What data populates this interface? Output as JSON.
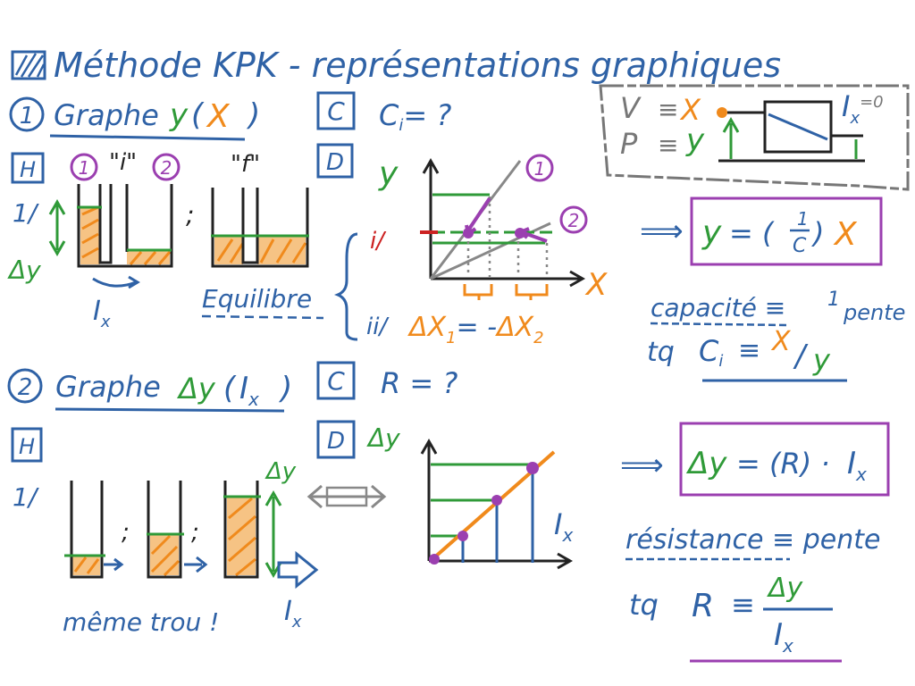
{
  "title": "Méthode KPK - représentations graphiques",
  "colors": {
    "blue": "#2f62a6",
    "green": "#2f9a38",
    "orange": "#f08a1c",
    "purple": "#9b3fb0",
    "gray": "#777777",
    "dark": "#222222"
  },
  "s1": {
    "num": "1",
    "title_word": "Graphe",
    "title_y": "y",
    "title_open": "(",
    "title_x": "X",
    "title_close": ")",
    "H": "H",
    "vase1": "1",
    "vase2": "2",
    "i_label": "\"i\"",
    "f_label": "\"f\"",
    "step": "1/",
    "dy": "Δy",
    "semicolon": ";",
    "Ix": "I",
    "Ix_sub": "x",
    "equilibre": "Equilibre",
    "C": "C",
    "C_text": "C",
    "C_sub": "i",
    "C_q": "= ?",
    "D": "D",
    "graph_y": "y",
    "graph_x": "X",
    "graph_tag1": "1",
    "graph_tag2": "2",
    "i_step": "i/",
    "ii_step": "ii/",
    "dx1": "ΔX",
    "dx1_sub": "1",
    "eq_mid": "= -",
    "dx2": "ΔX",
    "dx2_sub": "2"
  },
  "box": {
    "V": "V",
    "eq1": "≡",
    "X": "X",
    "P": "P",
    "eq2": "≡",
    "y": "y",
    "I": "I",
    "I_sub": "x",
    "I_val": "=0"
  },
  "f1": {
    "arrow": "⟹",
    "y": "y",
    "eq": "= (",
    "num": "1",
    "den": "C",
    "close": ")",
    "x": "X"
  },
  "cap": {
    "line1": "capacité ≡ ",
    "frac_num": "1",
    "frac_den": "pente",
    "tq": "tq",
    "C": "C",
    "C_sub": "i",
    "eq": "≡",
    "X": "X",
    "slash": "/",
    "y": "y"
  },
  "s2": {
    "num": "2",
    "title_word": "Graphe",
    "dy": "Δy",
    "open": "(",
    "I": "I",
    "I_sub": "x",
    "close": ")",
    "C": "C",
    "R_q": "R = ?",
    "H": "H",
    "D": "D",
    "step": "1/",
    "semi1": ";",
    "semi2": ";",
    "dy_vase": "Δy",
    "Ix": "I",
    "Ix_sub": "x",
    "meme": "même trou !",
    "graph_dy": "Δy",
    "graph_Ix": "I",
    "graph_Ix_sub": "x"
  },
  "f2": {
    "arrow": "⟹",
    "dy": "Δy",
    "eq": "= (R) · ",
    "I": "I",
    "I_sub": "x"
  },
  "res": {
    "line1": "résistance ≡ pente",
    "tq": "tq",
    "R": "R",
    "eq": "≡",
    "num": "Δy",
    "den": "I",
    "den_sub": "x"
  }
}
